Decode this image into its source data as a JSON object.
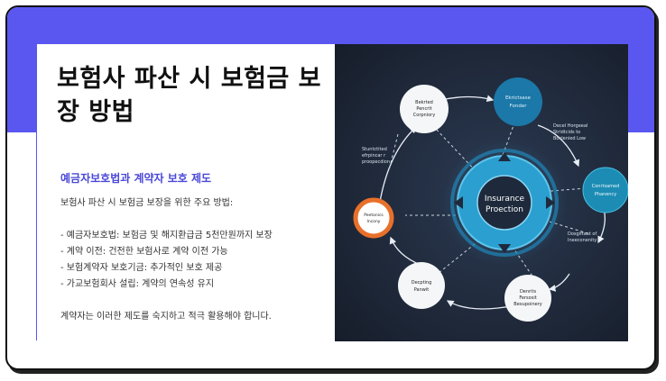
{
  "title": "보험사 파산 시 보험금 보장 방법",
  "subtitle": "예금자보호법과 계약자 보호 제도",
  "intro": "보험사 파산 시 보험금 보장을 위한 주요 방법:",
  "items": [
    "- 예금자보호법: 보험금 및 해지환급금 5천만원까지 보장",
    "- 계약 이전: 건전한 보험사로 계약 이전 가능",
    "- 보험계약자 보호기금: 추가적인 보호 제공",
    "- 가교보험회사 설립: 계약의 연속성 유지"
  ],
  "closing": "계약자는 이러한 제도를 숙지하고 적극 활용해야 합니다.",
  "diagram": {
    "center": [
      "Insurance",
      "Proection"
    ],
    "nodes": [
      {
        "lines": [
          "Bekrted",
          "Pencrit",
          "Corpniory"
        ]
      },
      {
        "lines": [
          "Ekrictsase",
          "Fonder"
        ]
      },
      {
        "lines": [
          "Conrtsamed",
          "Phanency"
        ]
      },
      {
        "lines": [
          "Denrits",
          "Fersosit",
          "Bexupoinery"
        ]
      },
      {
        "lines": [
          "Decpting",
          "Panwit"
        ]
      },
      {
        "lines": [
          "Peetonics",
          "Incony"
        ]
      }
    ],
    "side_labels": [
      {
        "lines": [
          "Decel Horgeeal",
          "Stridtcids to",
          "Boxlenied Low"
        ]
      },
      {
        "lines": [
          "Dosgiftaat of",
          "Ineeconenity"
        ]
      },
      {
        "lines": [
          "Stuntctited",
          "efrpincar r",
          "proopecdion"
        ]
      }
    ]
  },
  "colors": {
    "accent": "#5a57f0",
    "ring_outer": "#2a9fd0",
    "ring_inner": "#1b6fa0",
    "node_blue": "#1b78a8",
    "node_teal": "#1c8cb4",
    "node_orange": "#e8702a"
  }
}
